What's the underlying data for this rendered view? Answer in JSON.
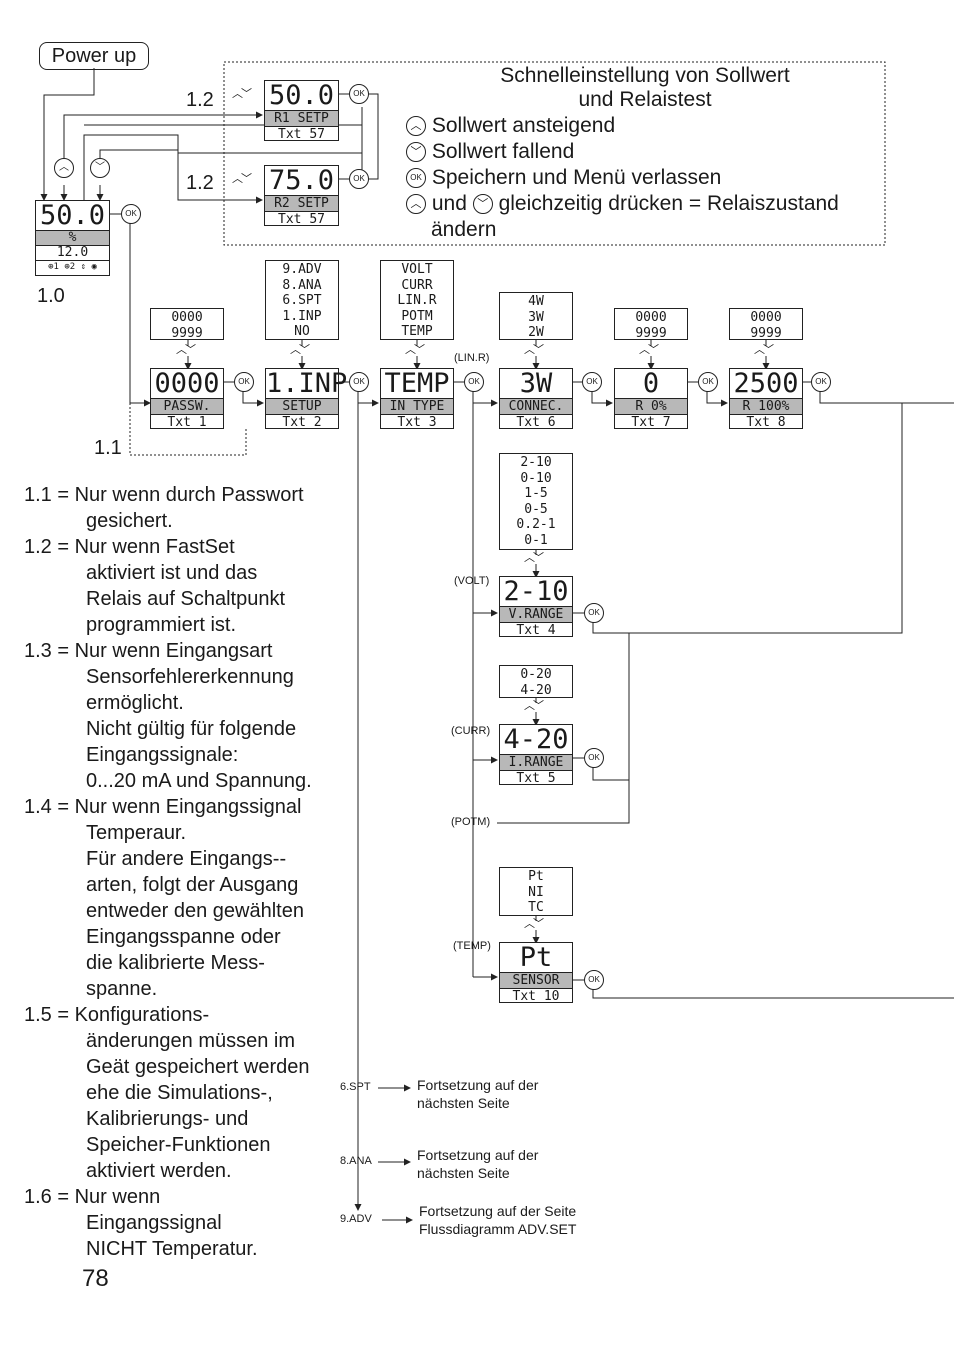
{
  "power_up": "Power up",
  "fastset": {
    "title_line1": "Schnelleinstellung von Sollwert",
    "title_line2": "und Relaistest",
    "items": [
      {
        "symbol": "⌃",
        "text": "Sollwert ansteigend"
      },
      {
        "symbol": "⌄",
        "text": "Sollwert fallend"
      },
      {
        "symbol": "OK",
        "text": "Speichern und Menü verlassen"
      }
    ],
    "both_text_a": "und",
    "both_text_b": "gleichzeitig drücken = Relaiszustand",
    "both_text_c": "ändern",
    "r1": {
      "value": "50.0",
      "mid": "R1 SETP",
      "bot": "Txt 57",
      "tag": "1.2"
    },
    "r2": {
      "value": "75.0",
      "mid": "R2 SETP",
      "bot": "Txt 57",
      "tag": "1.2"
    }
  },
  "main_display": {
    "value": "50.0",
    "unit": "%",
    "sub": "12.0",
    "icons": "⊕1 ⊕2 ⇕ ◉",
    "tag": "1.0"
  },
  "ok_label": "OK",
  "menu": [
    {
      "value": "0000",
      "mid": "PASSW.",
      "bot": "Txt 1",
      "options": [
        "0000",
        "9999"
      ]
    },
    {
      "value": "1.INP",
      "mid": "SETUP",
      "bot": "Txt 2",
      "options": [
        "9.ADV",
        "8.ANA",
        "6.SPT",
        "1.INP",
        "NO"
      ]
    },
    {
      "value": "TEMP",
      "mid": "IN TYPE",
      "bot": "Txt 3",
      "options": [
        "VOLT",
        "CURR",
        "LIN.R",
        "POTM",
        "TEMP"
      ]
    },
    {
      "value": "3W",
      "mid": "CONNEC.",
      "bot": "Txt 6",
      "options": [
        "4W",
        "3W",
        "2W"
      ]
    },
    {
      "value": "0",
      "mid": "R 0%",
      "bot": "Txt 7",
      "options": [
        "0000",
        "9999"
      ]
    },
    {
      "value": "2500",
      "mid": "R 100%",
      "bot": "Txt 8",
      "options": [
        "0000",
        "9999"
      ]
    }
  ],
  "tag_11": "1.1",
  "branches": {
    "linr": "(LIN.R)",
    "volt": {
      "label": "(VOLT)",
      "value": "2-10",
      "mid": "V.RANGE",
      "bot": "Txt 4",
      "options": [
        "2-10",
        "0-10",
        "1-5",
        "0-5",
        "0.2-1",
        "0-1"
      ]
    },
    "curr": {
      "label": "(CURR)",
      "value": "4-20",
      "mid": "I.RANGE",
      "bot": "Txt 5",
      "options": [
        "0-20",
        "4-20"
      ]
    },
    "potm": "(POTM)",
    "temp": {
      "label": "(TEMP)",
      "value": "Pt",
      "mid": "SENSOR",
      "bot": "Txt 10",
      "options": [
        "Pt",
        "NI",
        "TC"
      ]
    }
  },
  "continuations": [
    {
      "tag": "6.SPT",
      "line1": "Fortsetzung auf der",
      "line2": "nächsten Seite"
    },
    {
      "tag": "8.ANA",
      "line1": "Fortsetzung auf der",
      "line2": "nächsten Seite"
    },
    {
      "tag": "9.ADV",
      "line1": "Fortsetzung auf der Seite",
      "line2": "Flussdiagramm ADV.SET"
    }
  ],
  "notes": [
    {
      "head": "1.1 = Nur wenn durch Passwort",
      "rest": [
        "gesichert."
      ]
    },
    {
      "head": "1.2 = Nur wenn FastSet",
      "rest": [
        "aktiviert ist und das",
        "Relais auf Schaltpunkt",
        "programmiert ist."
      ]
    },
    {
      "head": "1.3 = Nur wenn Eingangsart",
      "rest": [
        "Sensorfehlererkennung",
        "ermöglicht.",
        "Nicht gültig für folgende",
        "Eingangssignale:",
        "0...20 mA und Spannung."
      ]
    },
    {
      "head": "1.4 = Nur wenn Eingangssignal",
      "rest": [
        "Temperaur.",
        "Für andere Eingangs--",
        "arten, folgt der Ausgang",
        "entweder den gewählten",
        "Eingangsspanne oder",
        "die kalibrierte Mess-",
        "spanne."
      ]
    },
    {
      "head": "1.5 = Konfigurations-",
      "rest": [
        "änderungen müssen im",
        "Geät gespeichert werden",
        "ehe die Simulations-,",
        "Kalibrierungs- und",
        "Speicher-Funktionen",
        "aktiviert werden."
      ]
    },
    {
      "head": "1.6 = Nur wenn",
      "rest": [
        "Eingangssignal",
        "NICHT Temperatur."
      ]
    }
  ],
  "page_number": "78"
}
